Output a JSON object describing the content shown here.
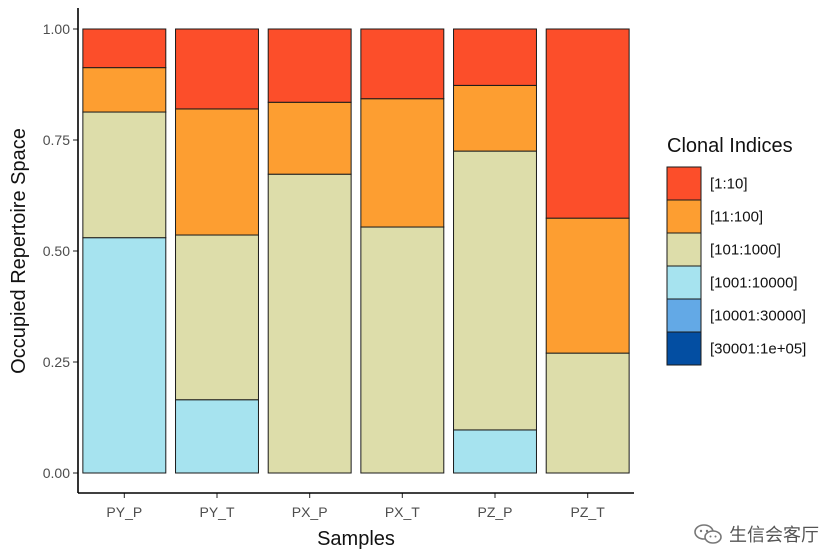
{
  "chart_data": {
    "type": "bar",
    "stacked": true,
    "xlabel": "Samples",
    "ylabel": "Occupied Repertoire Space",
    "ylim": [
      0,
      1
    ],
    "yticks": [
      "0.00",
      "0.25",
      "0.50",
      "0.75",
      "1.00"
    ],
    "categories": [
      "PY_P",
      "PY_T",
      "PX_P",
      "PX_T",
      "PZ_P",
      "PZ_T"
    ],
    "legend_title": "Clonal Indices",
    "legend_position": "right",
    "grid": false,
    "series": [
      {
        "name": "[1:10]",
        "color": "#FC4E2A",
        "values": [
          0.087,
          0.18,
          0.165,
          0.157,
          0.127,
          0.426
        ]
      },
      {
        "name": "[11:100]",
        "color": "#FD9E31",
        "values": [
          0.1,
          0.284,
          0.162,
          0.289,
          0.148,
          0.304
        ]
      },
      {
        "name": "[101:1000]",
        "color": "#DDDDAA",
        "values": [
          0.283,
          0.371,
          0.673,
          0.554,
          0.628,
          0.27
        ]
      },
      {
        "name": "[1001:10000]",
        "color": "#A6E3EF",
        "values": [
          0.53,
          0.165,
          0,
          0,
          0.097,
          0
        ]
      },
      {
        "name": "[10001:30000]",
        "color": "#63A9E6",
        "values": [
          0,
          0,
          0,
          0,
          0,
          0
        ]
      },
      {
        "name": "[30001:1e+05]",
        "color": "#034EA2",
        "values": [
          0,
          0,
          0,
          0,
          0,
          0
        ]
      }
    ]
  },
  "watermark": {
    "text": "生信会客厅",
    "icon": "wechat-icon"
  }
}
